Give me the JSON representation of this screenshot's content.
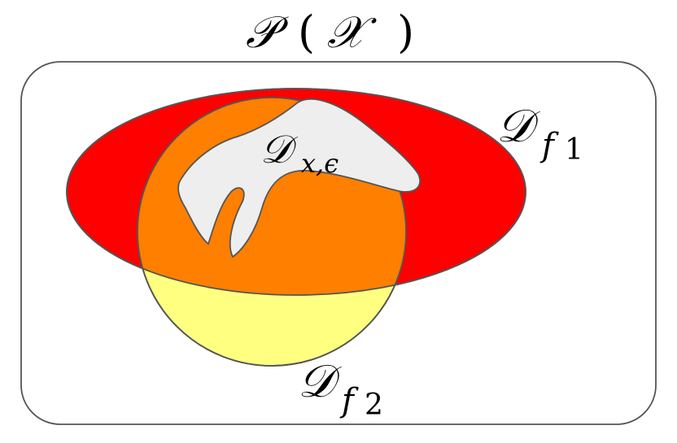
{
  "diagram": {
    "universe": {
      "label": {
        "main": "𝒫",
        "open": "(",
        "inner": "𝒳",
        "close": ")"
      },
      "fill": "#ffffff",
      "stroke": "#555555"
    },
    "sets": [
      {
        "id": "d-f1",
        "label": {
          "main": "𝒟",
          "sub": "f",
          "sub2": "1"
        },
        "fill": "#ff0000",
        "stroke": "#555555"
      },
      {
        "id": "d-f2",
        "label": {
          "main": "𝒟",
          "sub": "f",
          "sub2": "2"
        },
        "fill": "#ffff80",
        "stroke": "#555555"
      },
      {
        "id": "d-x-eps",
        "label": {
          "main": "𝒟",
          "sub": "x,ϵ"
        },
        "fill": "#eeeeee",
        "stroke": "#555555"
      }
    ],
    "overlap_fill": "#ff7f00"
  }
}
